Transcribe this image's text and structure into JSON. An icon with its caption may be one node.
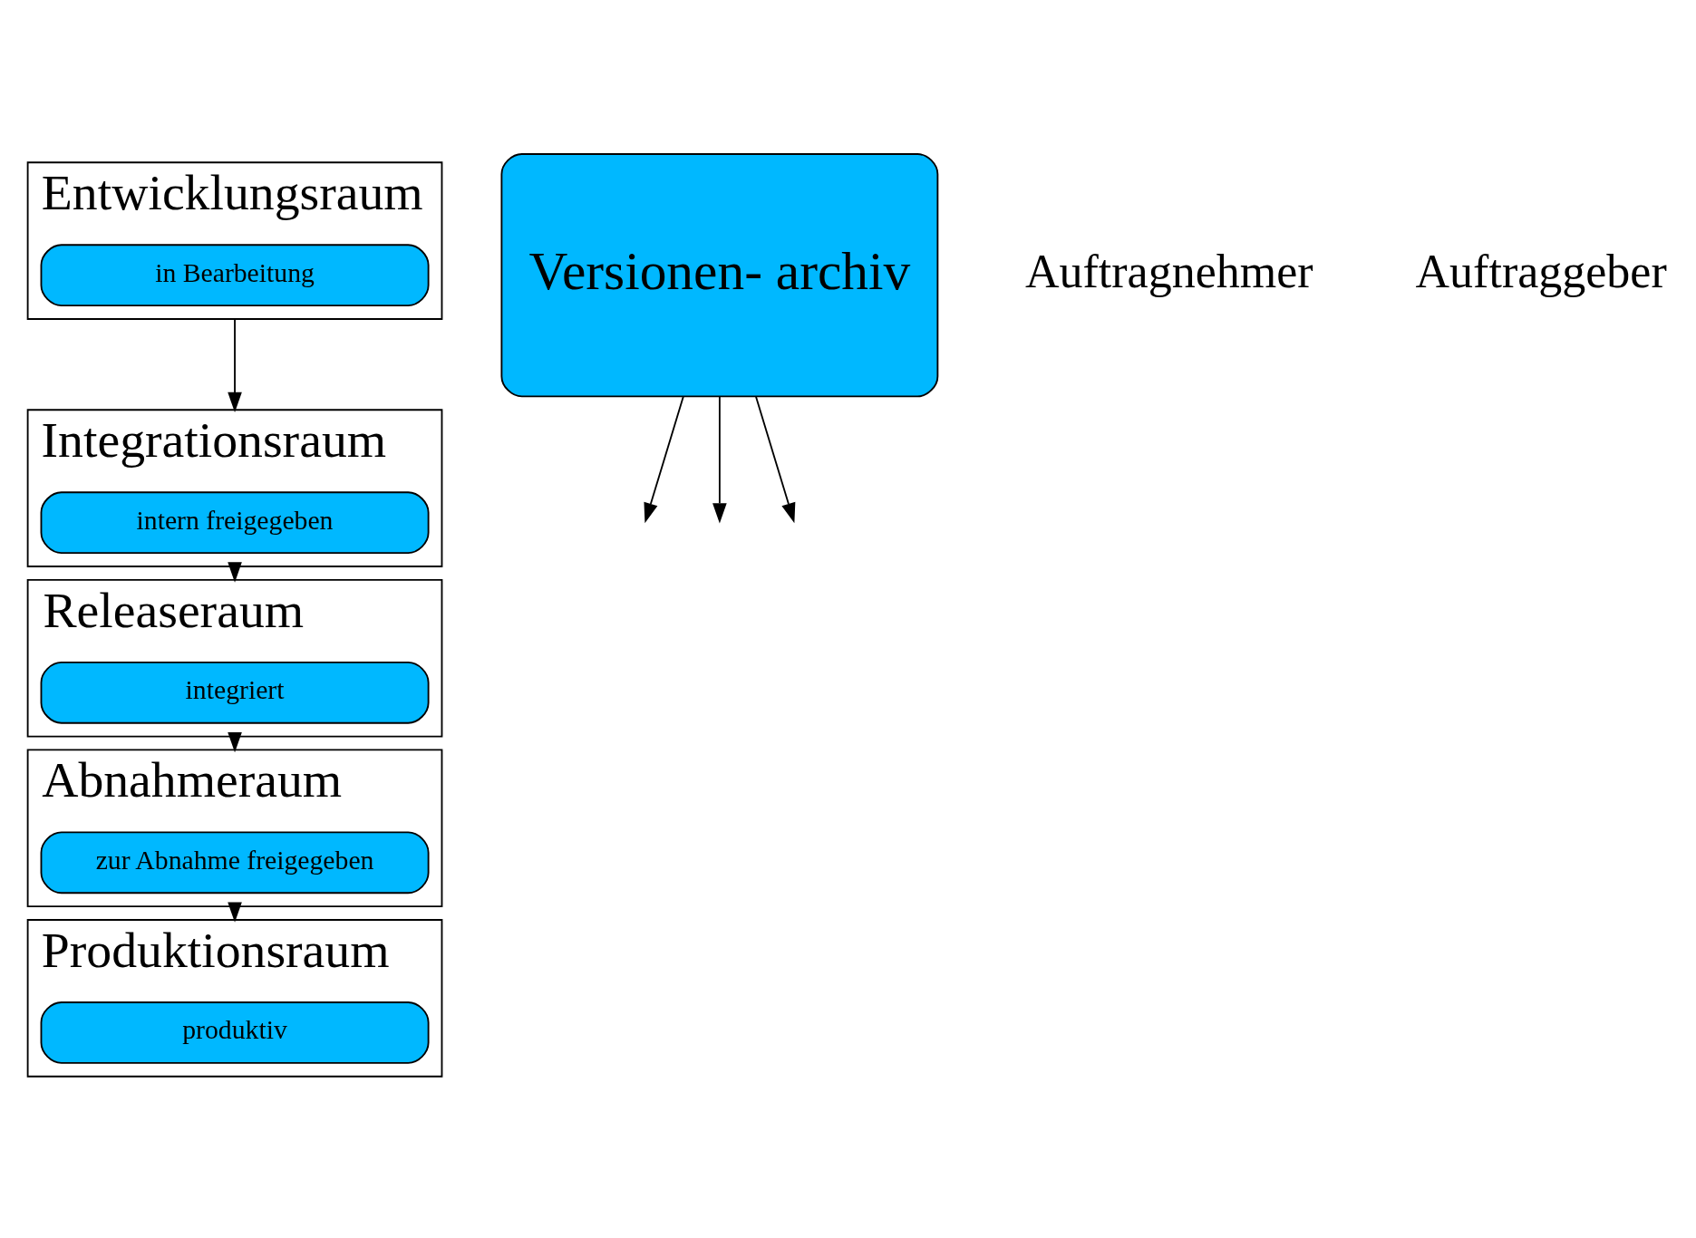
{
  "diagram": {
    "nodes": [
      {
        "text": [
          "Entwicklungsraum"
        ]
      },
      {
        "text": [
          "in Bearbeitung"
        ],
        "in": 0
      },
      {
        "text": [
          "Integrationsraum"
        ]
      },
      {
        "text": [
          "intern freigegeben"
        ],
        "in": 2
      },
      {
        "text": [
          "Releaseraum"
        ]
      },
      {
        "text": [
          "integriert"
        ],
        "in": 4
      },
      {
        "text": [
          "Abnahmeraum"
        ]
      },
      {
        "text": [
          "zur Abnahme freigegeben"
        ],
        "in": 6
      },
      {
        "text": [
          "Produktionsraum"
        ]
      },
      {
        "text": [
          "produktiv"
        ],
        "in": 8
      },
      {
        "text": [
          "Versionen- archiv"
        ]
      }
    ],
    "edges": [
      {
        "from": 0,
        "to": 2,
        "arrow": "to"
      },
      {
        "from": 2,
        "to": 4,
        "arrow": "to"
      },
      {
        "from": 4,
        "to": 6,
        "arrow": "to"
      },
      {
        "from": 6,
        "to": 8,
        "arrow": "to"
      },
      {
        "from": 10,
        "to": null,
        "arrow": "to"
      },
      {
        "from": 10,
        "to": null,
        "arrow": "to"
      },
      {
        "from": 10,
        "to": null,
        "arrow": "to"
      }
    ],
    "labels": [
      "Auftragnehmer",
      "Auftraggeber"
    ]
  }
}
